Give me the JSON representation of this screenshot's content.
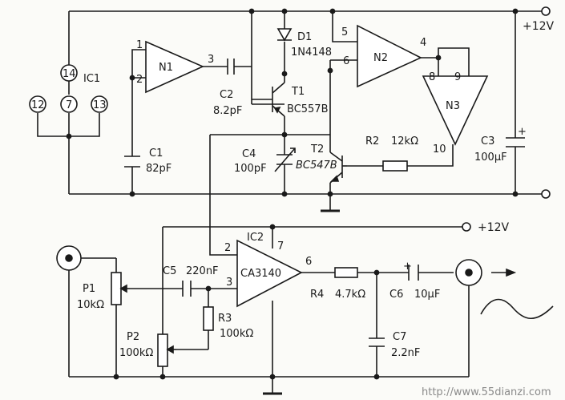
{
  "supply_top": "+12V",
  "supply_mid": "+12V",
  "ic1": {
    "name": "IC1",
    "pins": {
      "p14": "14",
      "p12": "12",
      "p7": "7",
      "p13": "13"
    },
    "n1": {
      "name": "N1",
      "pin1": "1",
      "pin2": "2",
      "pin3": "3"
    },
    "n2": {
      "name": "N2",
      "pin5": "5",
      "pin6": "6",
      "pin4": "4"
    },
    "n3": {
      "name": "N3",
      "pin8": "8",
      "pin9": "9",
      "pin10": "10"
    }
  },
  "components": {
    "c1": {
      "ref": "C1",
      "value": "82pF"
    },
    "c2": {
      "ref": "C2",
      "value": "8.2pF"
    },
    "c3": {
      "ref": "C3",
      "value": "100μF"
    },
    "c4": {
      "ref": "C4",
      "value": "100pF"
    },
    "c5": {
      "ref": "C5",
      "value": "220nF"
    },
    "c6": {
      "ref": "C6",
      "value": "10μF"
    },
    "c7": {
      "ref": "C7",
      "value": "2.2nF"
    },
    "d1": {
      "ref": "D1",
      "value": "1N4148"
    },
    "t1": {
      "ref": "T1",
      "value": "BC557B"
    },
    "t2": {
      "ref": "T2",
      "value": "BC547B"
    },
    "r2": {
      "ref": "R2",
      "value": "12kΩ"
    },
    "r3": {
      "ref": "R3",
      "value": "100kΩ"
    },
    "r4": {
      "ref": "R4",
      "value": "4.7kΩ"
    },
    "p1": {
      "ref": "P1",
      "value": "10kΩ"
    },
    "p2": {
      "ref": "P2",
      "value": "100kΩ"
    }
  },
  "ic2": {
    "name": "IC2",
    "part": "CA3140",
    "pin2": "2",
    "pin3": "3",
    "pin6": "6",
    "pin7": "7"
  },
  "polarity": {
    "plus": "+"
  },
  "watermark": "http://www.55dianzi.com"
}
